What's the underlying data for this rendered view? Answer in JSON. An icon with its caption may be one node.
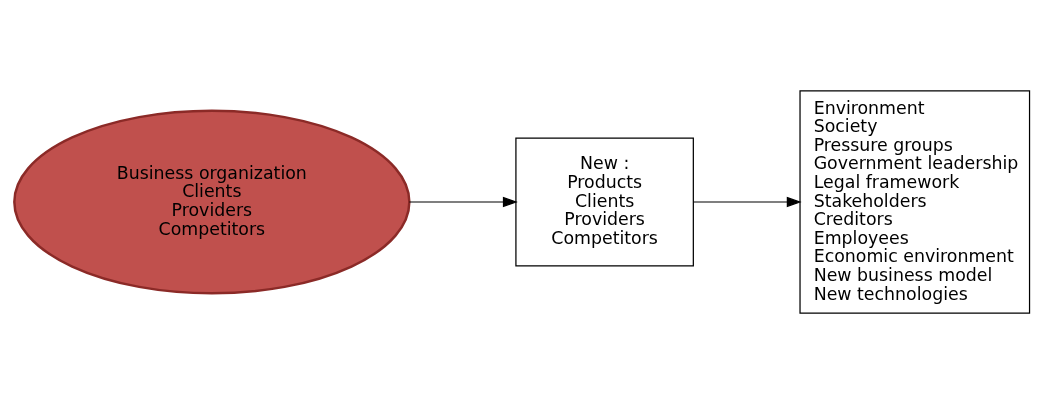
{
  "diagram": {
    "nodes": [
      {
        "text": [
          "Business organization",
          "Clients",
          "Providers",
          "Competitors"
        ]
      },
      {
        "text": [
          "New :",
          "Products",
          "Clients",
          "Providers",
          "Competitors"
        ]
      },
      {
        "text": [
          "Environment",
          "Society",
          "Pressure groups",
          "Government leadership",
          "Legal framework",
          "Stakeholders",
          "Creditors",
          "Employees",
          "Economic environment",
          "New business model",
          "New technologies"
        ]
      }
    ],
    "edges": [
      {
        "from": 0,
        "to": 1,
        "arrow": "to"
      },
      {
        "from": 1,
        "to": 2,
        "arrow": "to"
      }
    ]
  }
}
